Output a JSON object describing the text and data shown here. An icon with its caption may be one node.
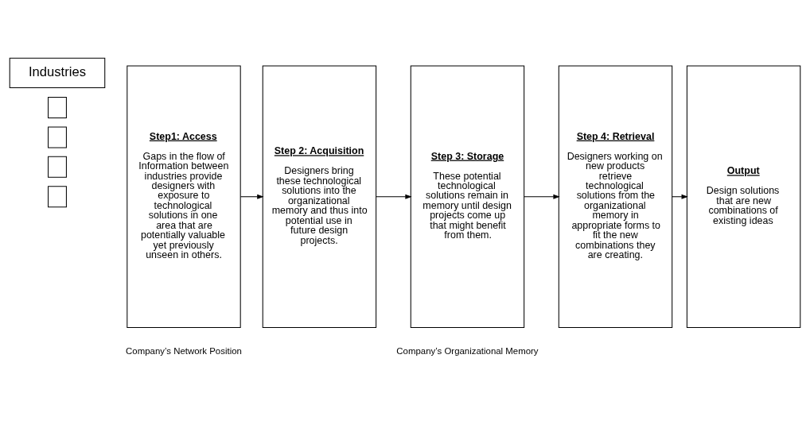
{
  "diagram": {
    "nodes": [
      {
        "text": [
          "Industries"
        ]
      },
      {
        "text": [],
        "shape": "box"
      },
      {
        "text": [],
        "shape": "box"
      },
      {
        "text": [],
        "shape": "box"
      },
      {
        "text": [],
        "shape": "box"
      },
      {
        "text": [
          "Step1: Access",
          "Gaps in the flow of Information between industries provide designers with exposure to technological solutions in one area that are potentially valuable yet previously unseen in others."
        ]
      },
      {
        "text": [
          "Step 2: Acquisition",
          "Designers bring these technological solutions into the organizational memory and thus into potential use in future design projects."
        ]
      },
      {
        "text": [
          "Step 3: Storage",
          "These potential technological solutions remain in memory until design projects come up that might benefit from them."
        ]
      },
      {
        "text": [
          "Step 4: Retrieval",
          "Designers working on new products retrieve technological solutions from the organizational memory in appropriate forms to fit the new combinations they are creating."
        ]
      },
      {
        "text": [
          "Output",
          "Design solutions that are new combinations of existing ideas"
        ]
      }
    ],
    "edges": [
      {
        "from": 5,
        "to": 6,
        "arrow": "to"
      },
      {
        "from": 6,
        "to": 7,
        "arrow": "to"
      },
      {
        "from": 7,
        "to": 8,
        "arrow": "to"
      },
      {
        "from": 8,
        "to": 9,
        "arrow": "to"
      }
    ],
    "labels": [
      "Company’s Network Position",
      "Company’s Organizational Memory"
    ]
  }
}
